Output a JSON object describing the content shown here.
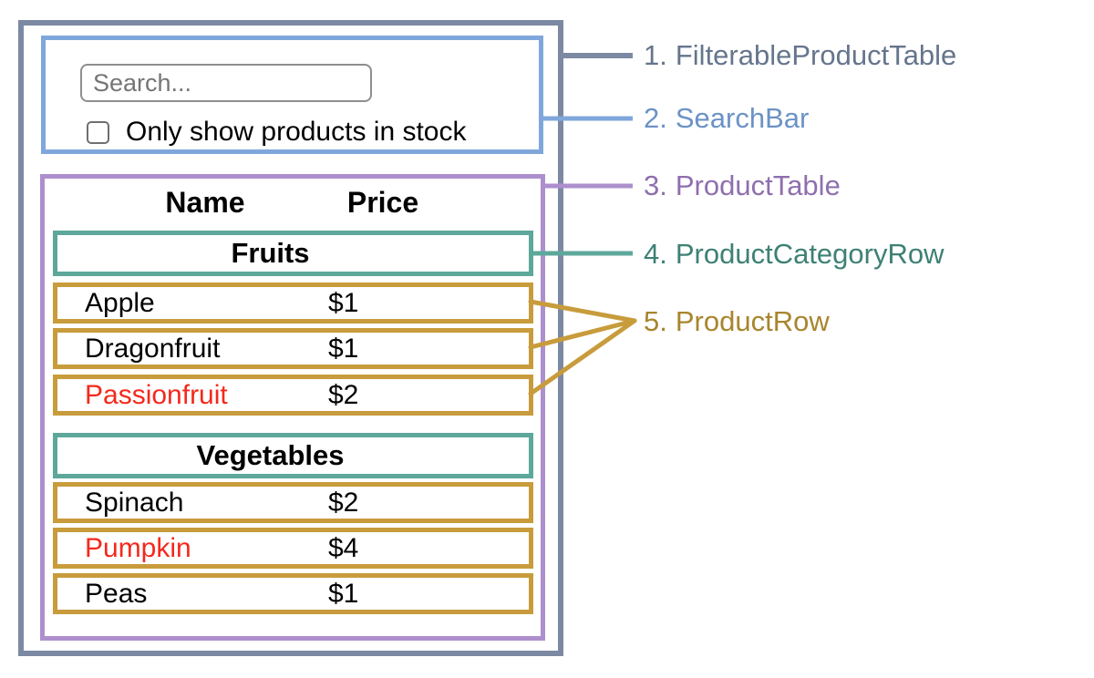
{
  "colors": {
    "outerBorder": "#7c89a3",
    "outerText": "#65758c",
    "searchBorder": "#7fa7db",
    "searchText": "#6b92c6",
    "tableBorder": "#ad8fcd",
    "tableText": "#8f6fae",
    "categoryBorder": "#5da89b",
    "categoryText": "#3e8174",
    "rowBorder": "#c89c3c",
    "rowText": "#a8852e",
    "red": "#f3291c"
  },
  "search_bar": {
    "placeholder": "Search...",
    "checkbox_label": "Only show products in stock",
    "checkbox_checked": false
  },
  "table": {
    "headers": [
      "Name",
      "Price"
    ],
    "categories": [
      {
        "label": "Fruits",
        "items": [
          {
            "name": "Apple",
            "price": "$1",
            "red": false
          },
          {
            "name": "Dragonfruit",
            "price": "$1",
            "red": false
          },
          {
            "name": "Passionfruit",
            "price": "$2",
            "red": true
          }
        ]
      },
      {
        "label": "Vegetables",
        "items": [
          {
            "name": "Spinach",
            "price": "$2",
            "red": false
          },
          {
            "name": "Pumpkin",
            "price": "$4",
            "red": true
          },
          {
            "name": "Peas",
            "price": "$1",
            "red": false
          }
        ]
      }
    ]
  },
  "legend": [
    {
      "number": "1.",
      "name": "FilterableProductTable"
    },
    {
      "number": "2.",
      "name": "SearchBar"
    },
    {
      "number": "3.",
      "name": "ProductTable"
    },
    {
      "number": "4.",
      "name": "ProductCategoryRow"
    },
    {
      "number": "5.",
      "name": "ProductRow"
    }
  ]
}
